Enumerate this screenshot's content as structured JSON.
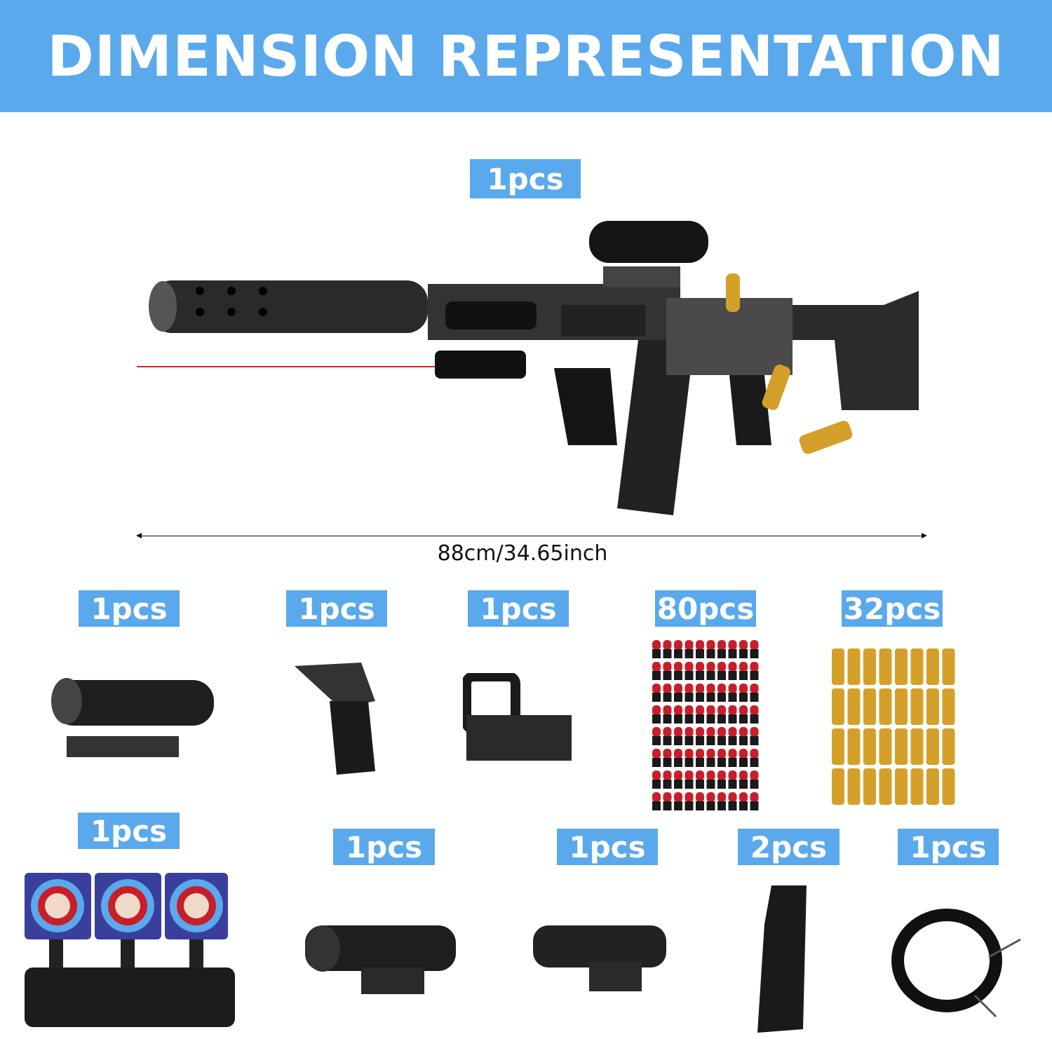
{
  "header": {
    "title": "DIMENSION REPRESENTATION"
  },
  "main_item": {
    "quantity": "1pcs",
    "dimension": "88cm/34.65inch",
    "name": "toy-rifle"
  },
  "accessories_row1": [
    {
      "quantity": "1pcs",
      "name": "scope"
    },
    {
      "quantity": "1pcs",
      "name": "foregrip"
    },
    {
      "quantity": "1pcs",
      "name": "red-dot-sight"
    },
    {
      "quantity": "80pcs",
      "name": "soft-darts"
    },
    {
      "quantity": "32pcs",
      "name": "shell-casings"
    }
  ],
  "accessories_row2": [
    {
      "quantity": "1pcs",
      "name": "electronic-target"
    },
    {
      "quantity": "1pcs",
      "name": "flashlight"
    },
    {
      "quantity": "1pcs",
      "name": "laser-sight"
    },
    {
      "quantity": "2pcs",
      "name": "magazine"
    },
    {
      "quantity": "1pcs",
      "name": "sling"
    }
  ],
  "colors": {
    "accent": "#5aa9ec",
    "dark": "#1c1c1c",
    "gold": "#d4a02a",
    "red": "#c81e2a"
  }
}
